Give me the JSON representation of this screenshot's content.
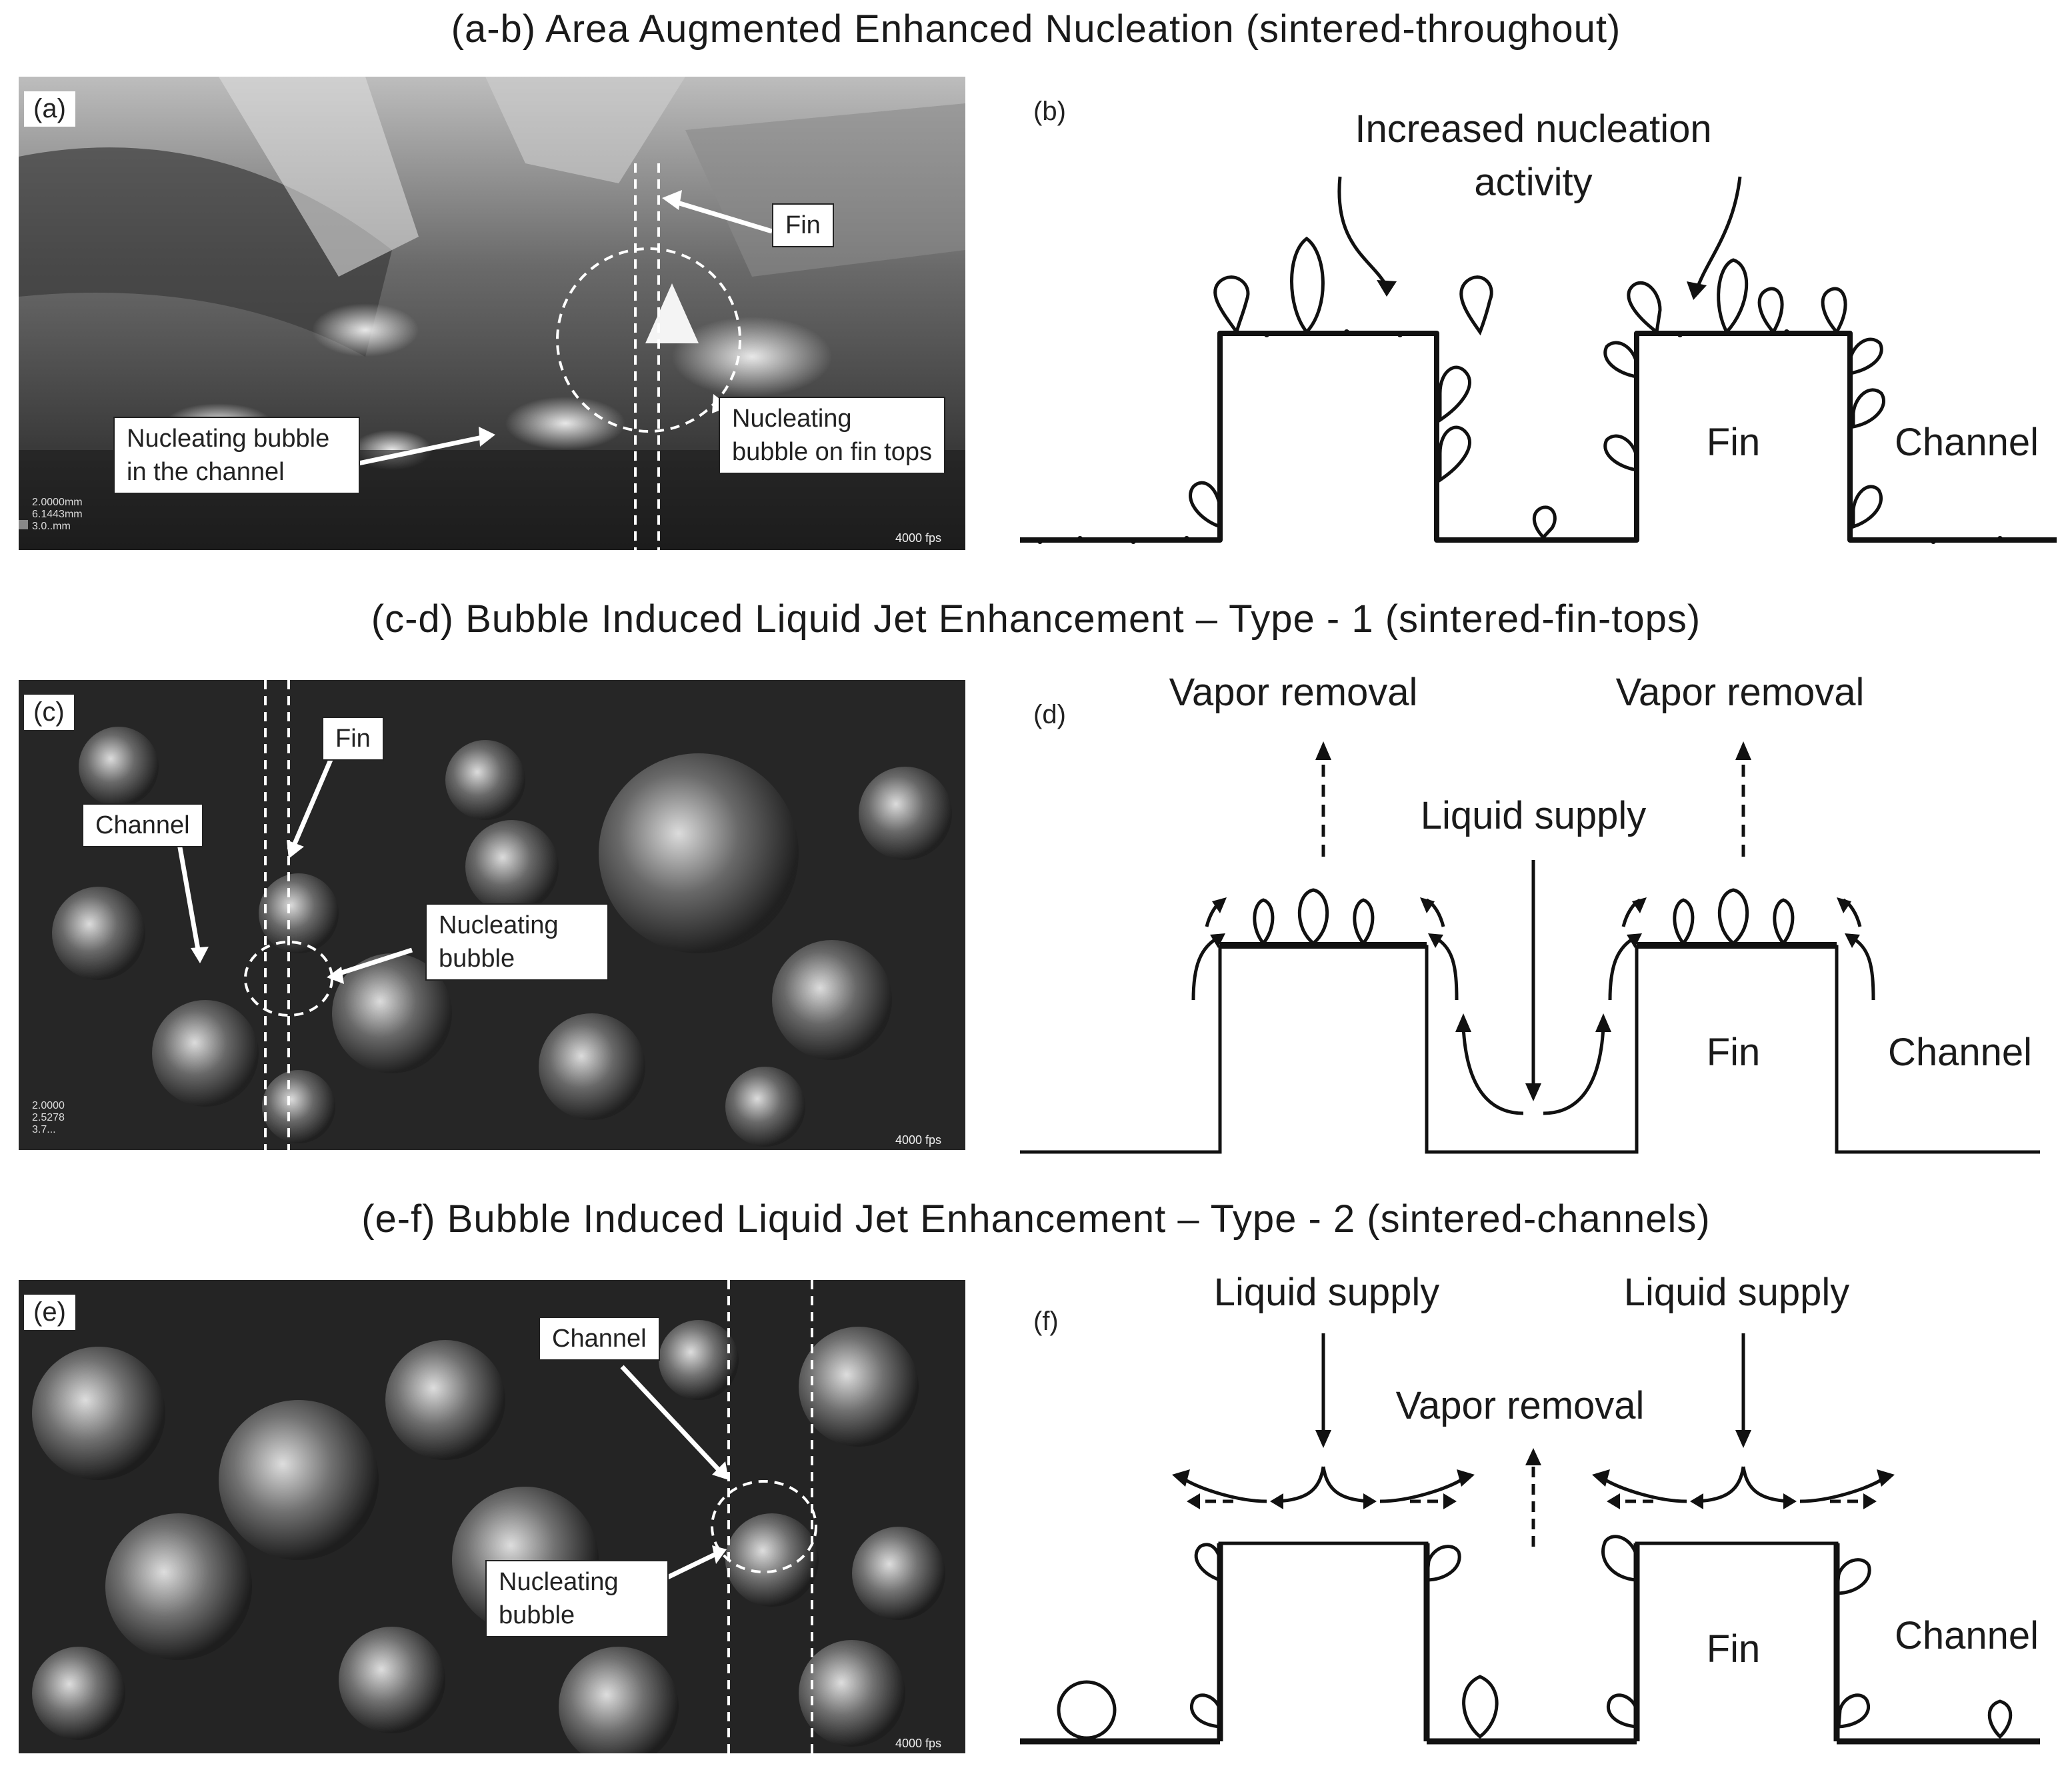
{
  "titles": {
    "row1": "(a-b) Area Augmented Enhanced Nucleation (sintered-throughout)",
    "row2": "(c-d) Bubble Induced Liquid Jet Enhancement – Type - 1 (sintered-fin-tops)",
    "row3": "(e-f) Bubble Induced Liquid Jet Enhancement – Type - 2 (sintered-channels)"
  },
  "panel_a": {
    "tag": "(a)",
    "callout_fin": "Fin",
    "callout_channel_bubble": "Nucleating bubble in the channel",
    "callout_fintop_bubble": "Nucleating bubble on fin tops",
    "fps": "4000 fps",
    "scale": [
      "2.0000mm",
      "6.1443mm",
      "3.0..mm"
    ]
  },
  "panel_b": {
    "tag": "(b)",
    "label_increased": "Increased nucleation",
    "label_activity": "activity",
    "label_fin": "Fin",
    "label_channel": "Channel"
  },
  "panel_c": {
    "tag": "(c)",
    "callout_fin": "Fin",
    "callout_channel": "Channel",
    "callout_bubble": "Nucleating bubble",
    "fps": "4000 fps",
    "scale": [
      "2.0000",
      "2.5278",
      "3.7..."
    ]
  },
  "panel_d": {
    "tag": "(d)",
    "vapor_left": "Vapor removal",
    "vapor_right": "Vapor removal",
    "liquid_supply": "Liquid supply",
    "label_fin": "Fin",
    "label_channel": "Channel"
  },
  "panel_e": {
    "tag": "(e)",
    "callout_channel": "Channel",
    "callout_bubble": "Nucleating bubble",
    "fps": "4000 fps"
  },
  "panel_f": {
    "tag": "(f)",
    "liquid_left": "Liquid supply",
    "liquid_right": "Liquid supply",
    "vapor_removal": "Vapor removal",
    "label_fin": "Fin",
    "label_channel": "Channel"
  },
  "colors": {
    "ink": "#111111",
    "photo_dark": "#2a2a2a"
  }
}
